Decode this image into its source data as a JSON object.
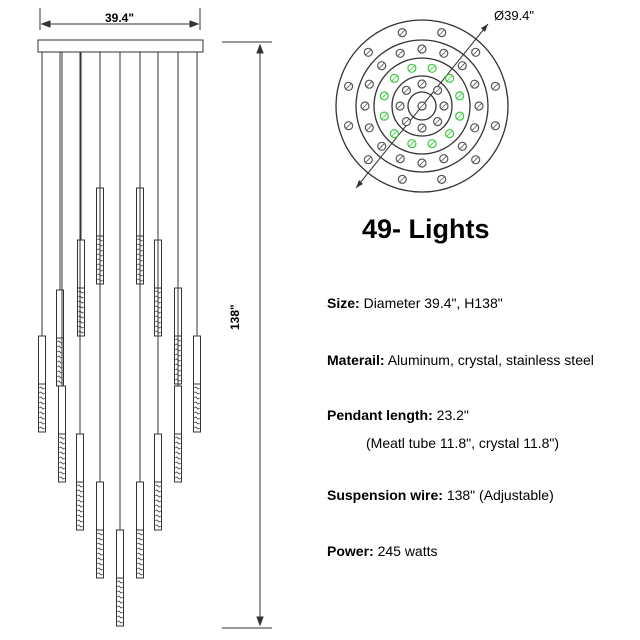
{
  "dimensions": {
    "width_top": "39.4\"",
    "height_side": "138\"",
    "diameter": "Ø39.4\""
  },
  "title": "49- Lights",
  "specs": [
    {
      "label": "Size:",
      "value": "Diameter 39.4\", H138\""
    },
    {
      "label": "Materail:",
      "value": "Aluminum, crystal, stainless steel"
    },
    {
      "label": "Pendant length:",
      "value": "23.2\""
    },
    {
      "label": "",
      "value": "(Meatl tube 11.8\", crystal 11.8\")"
    },
    {
      "label": "Suspension wire:",
      "value": "138\" (Adjustable)"
    },
    {
      "label": "Power:",
      "value": "245 watts"
    }
  ],
  "colors": {
    "line": "#333333",
    "green_pendant": "#3cc83c",
    "gray_pendant": "#555555"
  },
  "top_view_rings": [
    {
      "ring": "center",
      "count": 1,
      "color": "gray"
    },
    {
      "ring": 1,
      "count": 8,
      "color": "gray"
    },
    {
      "ring": 2,
      "count": 12,
      "color": "green"
    },
    {
      "ring": 3,
      "count": 16,
      "color": "gray"
    },
    {
      "ring": 4,
      "count": 12,
      "color": "gray"
    }
  ]
}
